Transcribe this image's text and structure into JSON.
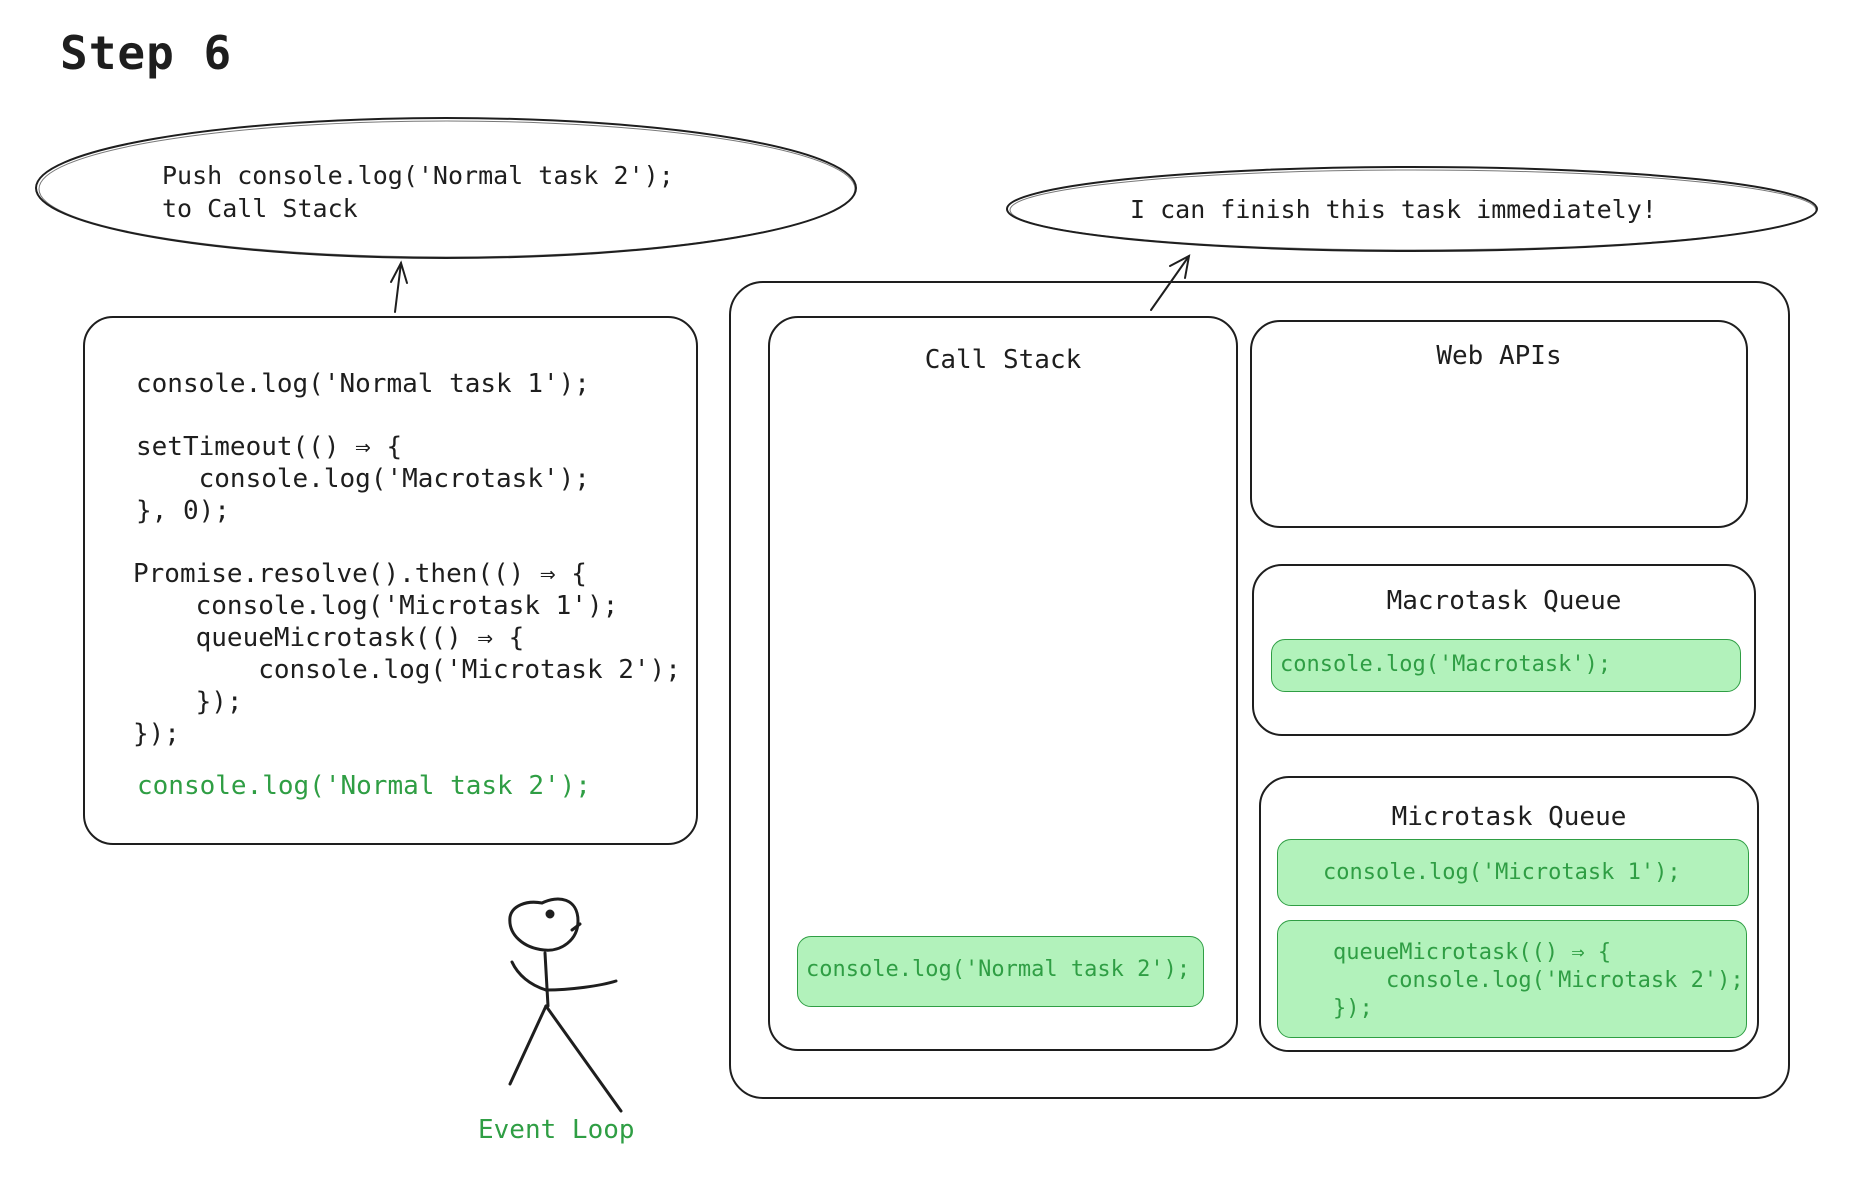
{
  "title": "Step 6",
  "bubbles": {
    "left": "Push console.log('Normal task 2');\nto Call Stack",
    "right": "I can finish this task immediately!"
  },
  "code": {
    "line1": "console.log('Normal task 1');",
    "block2": "setTimeout(() ⇒ {\n    console.log('Macrotask');\n}, 0);",
    "block3": "Promise.resolve().then(() ⇒ {\n    console.log('Microtask 1');\n    queueMicrotask(() ⇒ {\n        console.log('Microtask 2');\n    });\n});",
    "highlight": "console.log('Normal task 2');"
  },
  "panels": {
    "call_stack": {
      "title": "Call Stack",
      "items": [
        "console.log('Normal task 2');"
      ]
    },
    "web_apis": {
      "title": "Web APIs",
      "items": []
    },
    "macrotask_queue": {
      "title": "Macrotask Queue",
      "items": [
        "console.log('Macrotask');"
      ]
    },
    "microtask_queue": {
      "title": "Microtask Queue",
      "items": [
        "console.log('Microtask 1');",
        "queueMicrotask(() ⇒ {\n    console.log('Microtask 2');\n});"
      ]
    }
  },
  "event_loop_label": "Event Loop",
  "colors": {
    "stroke": "#1e1e1e",
    "highlight_text": "#2f9e44",
    "chip_fill": "#b2f2bb"
  }
}
